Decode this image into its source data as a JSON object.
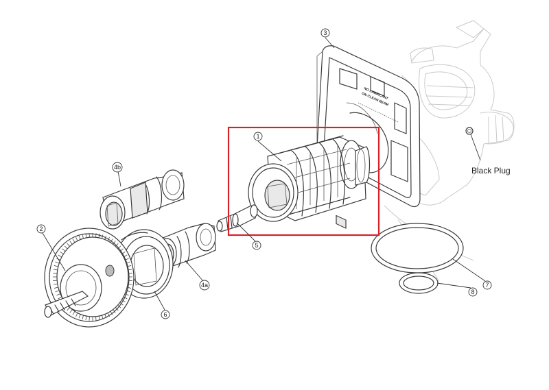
{
  "callouts": {
    "c1": "1",
    "c2": "2",
    "c3": "3",
    "c4a": "4a",
    "c4b": "4b",
    "c5": "5",
    "c6": "6",
    "c7": "7",
    "c8": "8"
  },
  "labels": {
    "black_plug": "Black Plug",
    "cover_text_1": "NO LUBRICANT",
    "cover_text_2": "ON CLEAN BEAM"
  },
  "colors": {
    "highlight": "#d6202a",
    "line": "#3a3a3a",
    "ghost": "#c9c9c9"
  }
}
